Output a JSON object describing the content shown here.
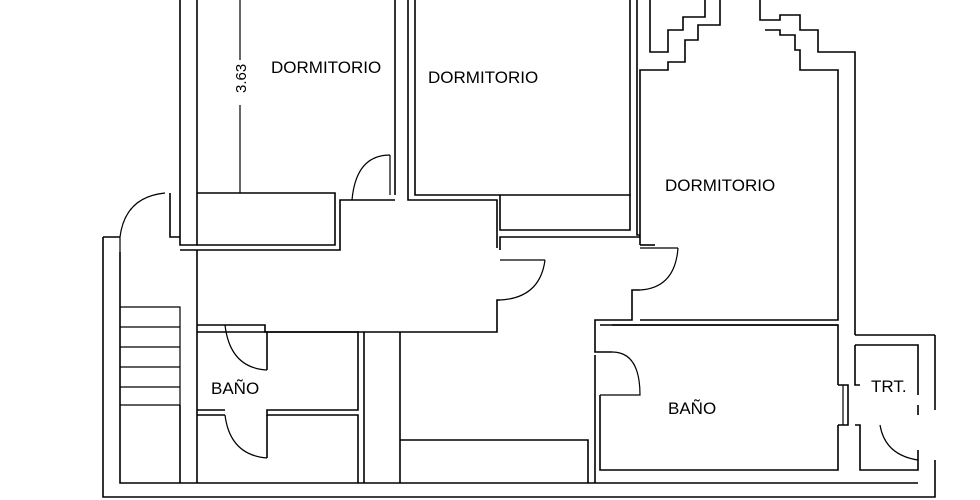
{
  "plan": {
    "rooms": [
      {
        "id": "dorm-1",
        "label": "DORMITORIO"
      },
      {
        "id": "dorm-2",
        "label": "DORMITORIO"
      },
      {
        "id": "dorm-3",
        "label": "DORMITORIO"
      },
      {
        "id": "bano-1",
        "label": "BAÑO"
      },
      {
        "id": "bano-2",
        "label": "BAÑO"
      },
      {
        "id": "trt",
        "label": "TRT."
      }
    ],
    "dimension": "3.63"
  }
}
